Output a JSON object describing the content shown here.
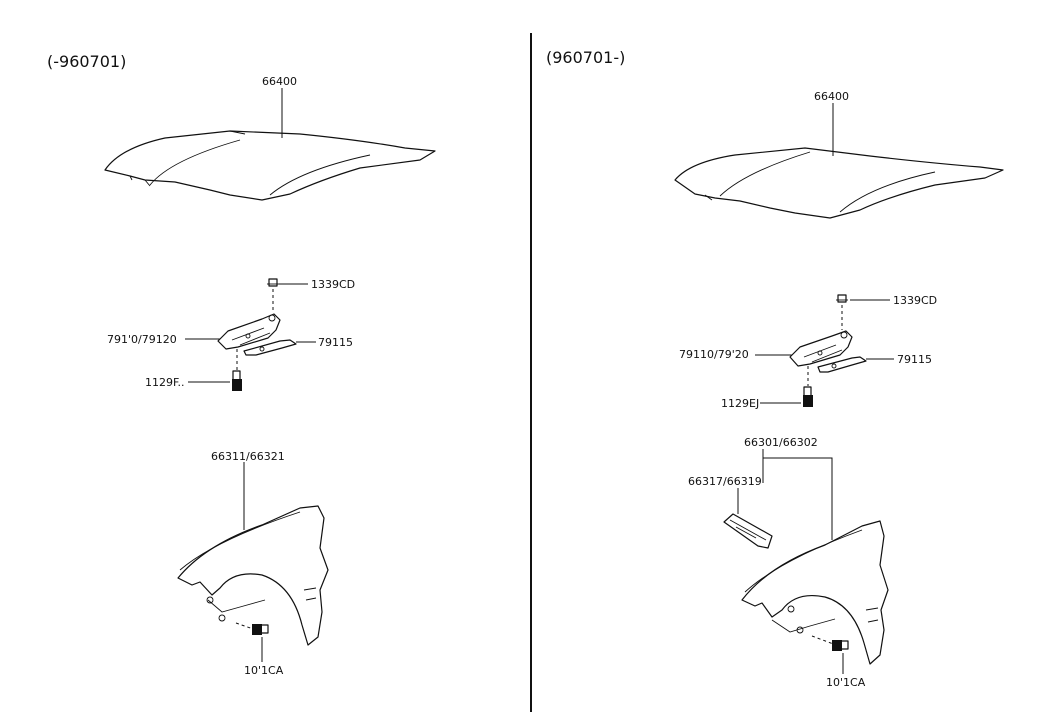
{
  "left_panel": {
    "header": "(-960701)",
    "hood_part_no": "66400",
    "bolt_part_no": "1339CD",
    "hinge_part_no": "791'0/79120",
    "bracket_part_no": "79115",
    "hinge_bolt_part_no": "1129F..",
    "fender_part_no": "66311/66321",
    "fender_bolt_part_no": "10'1CA"
  },
  "right_panel": {
    "header": "(960701-)",
    "hood_part_no": "66400",
    "bolt_part_no": "1339CD",
    "hinge_part_no": "79110/79'20",
    "bracket_part_no": "79115",
    "hinge_bolt_part_no": "1129EJ",
    "fender_part_no": "66301/66302",
    "fender_bracket_part_no": "66317/66319",
    "fender_bolt_part_no": "10'1CA"
  }
}
